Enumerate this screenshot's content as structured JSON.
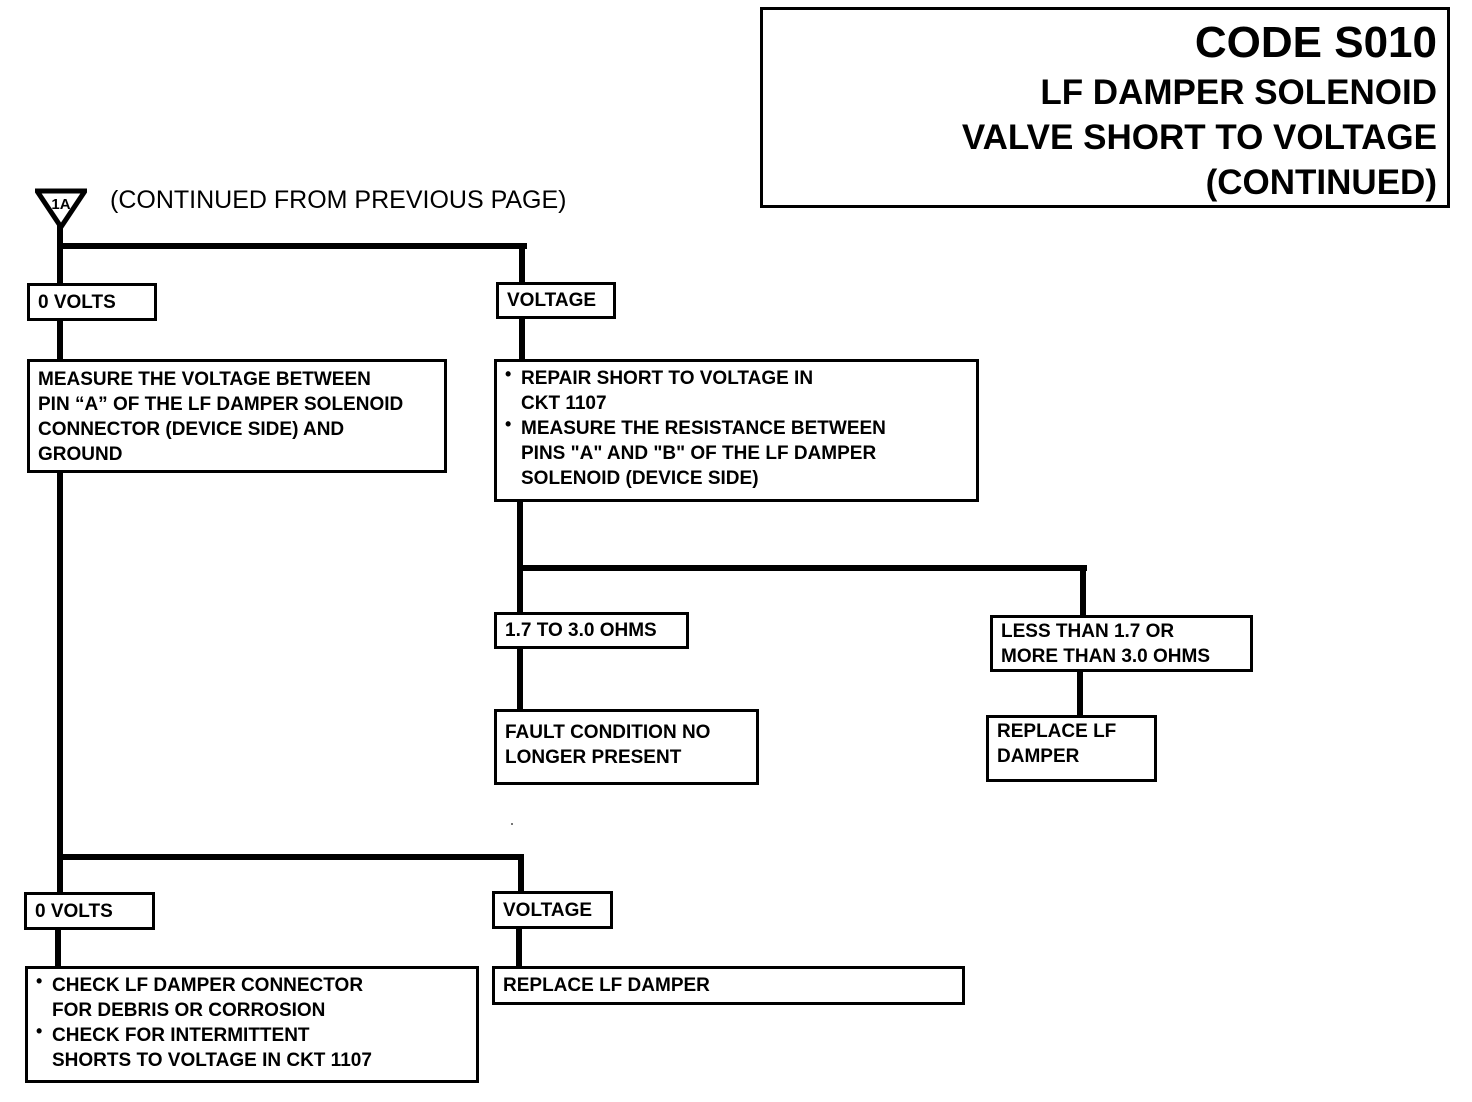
{
  "title": {
    "code": "CODE S010",
    "lines": [
      "LF DAMPER SOLENOID",
      "VALVE SHORT TO VOLTAGE",
      "(CONTINUED)"
    ]
  },
  "connector": {
    "label": "1A",
    "text": "(CONTINUED FROM PREVIOUS PAGE)"
  },
  "boxes": {
    "volts0_top": "0 VOLTS",
    "voltage_top": "VOLTAGE",
    "measure_ground": {
      "lines": [
        "MEASURE THE VOLTAGE BETWEEN",
        "PIN “A” OF THE LF DAMPER SOLENOID",
        "CONNECTOR (DEVICE SIDE) AND",
        "GROUND"
      ]
    },
    "repair_short": {
      "bullets": [
        [
          "REPAIR SHORT TO VOLTAGE IN",
          "CKT 1107"
        ],
        [
          "MEASURE THE RESISTANCE BETWEEN",
          "PINS \"A\" AND \"B\" OF THE LF DAMPER",
          "SOLENOID (DEVICE SIDE)"
        ]
      ]
    },
    "ohms_range": "1.7 TO 3.0 OHMS",
    "ohms_out": {
      "lines": [
        "LESS THAN 1.7 OR",
        "MORE THAN 3.0 OHMS"
      ]
    },
    "fault_gone": {
      "lines": [
        "FAULT CONDITION NO",
        "LONGER PRESENT"
      ]
    },
    "replace_1": {
      "lines": [
        "REPLACE LF",
        "DAMPER"
      ]
    },
    "volts0_bottom": "0 VOLTS",
    "voltage_bottom": "VOLTAGE",
    "check_connector": {
      "bullets": [
        [
          "CHECK LF DAMPER CONNECTOR",
          "FOR DEBRIS OR CORROSION"
        ],
        [
          "CHECK FOR INTERMITTENT",
          "SHORTS TO VOLTAGE IN CKT 1107"
        ]
      ]
    },
    "replace_2": "REPLACE LF DAMPER"
  }
}
